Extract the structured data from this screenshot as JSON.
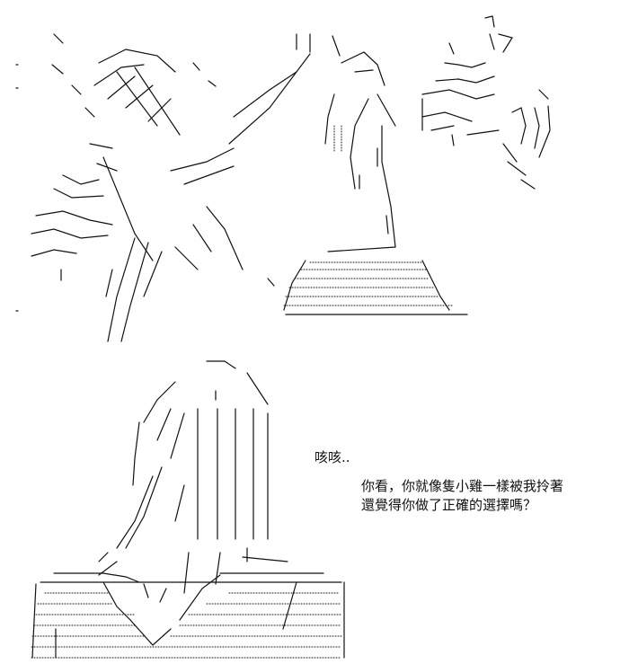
{
  "dialogue": {
    "cough": "咳咳..",
    "line_1": "你看，你就像隻小雞一樣被我拎著",
    "line_2": "還覺得你做了正確的選擇嗎？"
  }
}
